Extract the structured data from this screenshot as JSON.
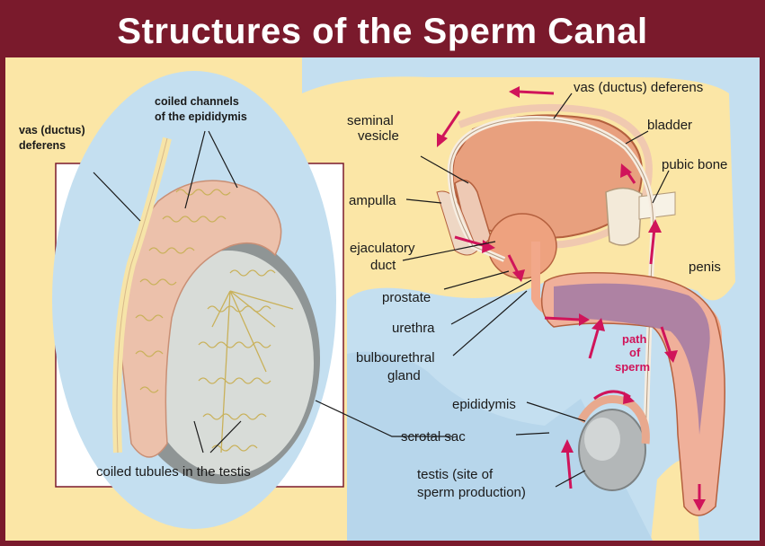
{
  "title": "Structures of the Sperm Canal",
  "labels": {
    "vas_left": [
      "vas (ductus)",
      "deferens"
    ],
    "coiled_channels": [
      "coiled channels",
      "of the epididymis"
    ],
    "coiled_tubules": "coiled tubules in the testis",
    "vas_right": "vas (ductus) deferens",
    "bladder": "bladder",
    "seminal_vesicle": [
      "seminal",
      "vesicle"
    ],
    "pubic_bone": "pubic bone",
    "ampulla": "ampulla",
    "ejaculatory_duct": [
      "ejaculatory",
      "duct"
    ],
    "penis": "penis",
    "prostate": "prostate",
    "urethra": "urethra",
    "path_of_sperm": [
      "path",
      "of",
      "sperm"
    ],
    "bulbourethral_gland": [
      "bulbourethral",
      "gland"
    ],
    "epididymis": "epididymis",
    "scrotal_sac": "scrotal sac",
    "testis": [
      "testis (site of",
      "sperm production)"
    ]
  },
  "colors": {
    "frame": "#7a1a2c",
    "background": "#fbe6a6",
    "body": "#c4dff0",
    "tissue": "#f2b7a0",
    "arrows": "#d0145a"
  }
}
